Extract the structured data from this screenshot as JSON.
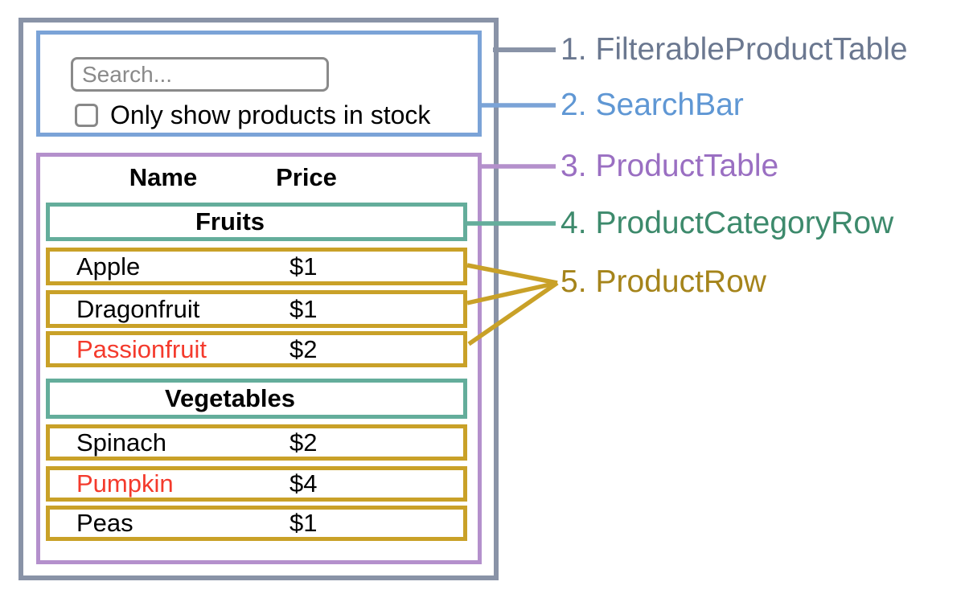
{
  "search_bar": {
    "input_placeholder": "Search...",
    "input_value": "",
    "checkbox_label": "Only show products in stock",
    "checkbox_checked": false
  },
  "table": {
    "columns": [
      "Name",
      "Price"
    ],
    "sections": [
      {
        "category": "Fruits",
        "rows": [
          {
            "name": "Apple",
            "price": "$1",
            "out_of_stock": false
          },
          {
            "name": "Dragonfruit",
            "price": "$1",
            "out_of_stock": false
          },
          {
            "name": "Passionfruit",
            "price": "$2",
            "out_of_stock": true
          }
        ]
      },
      {
        "category": "Vegetables",
        "rows": [
          {
            "name": "Spinach",
            "price": "$2",
            "out_of_stock": false
          },
          {
            "name": "Pumpkin",
            "price": "$4",
            "out_of_stock": true
          },
          {
            "name": "Peas",
            "price": "$1",
            "out_of_stock": false
          }
        ]
      }
    ]
  },
  "legend": [
    {
      "number": "1.",
      "label": "FilterableProductTable",
      "color": "#6b7890"
    },
    {
      "number": "2.",
      "label": "SearchBar",
      "color": "#5f97d4"
    },
    {
      "number": "3.",
      "label": "ProductTable",
      "color": "#9a6fc2"
    },
    {
      "number": "4.",
      "label": "ProductCategoryRow",
      "color": "#3d8a6c"
    },
    {
      "number": "5.",
      "label": "ProductRow",
      "color": "#a5841b"
    }
  ],
  "palette": {
    "outer_border": "#8993a7",
    "searchbar_border": "#7ba3d7",
    "product_table_border": "#b490cc",
    "category_row_border": "#64ad9b",
    "product_row_border": "#c9a128",
    "out_of_stock_text": "#f43a2c",
    "input_border": "#8a8a8a"
  }
}
